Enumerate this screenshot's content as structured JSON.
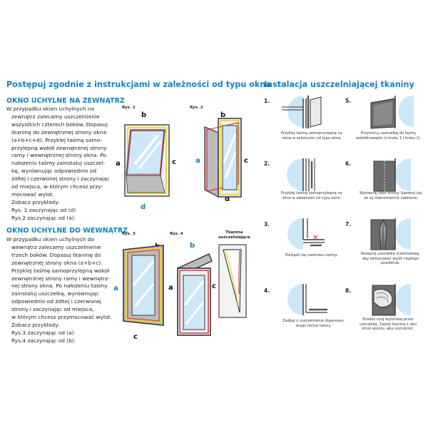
{
  "left": {
    "heading": "Postępuj zgodnie z instrukcjami w zależności od typu okna",
    "section1": {
      "title": "OKNO UCHYLNE NA ZEWNĄTRZ",
      "lines": [
        "W przypadku okien uchylnych na",
        "zewnątrz zalecamy uszczelnienie",
        "wszystkich czterech boków. Dopasuj",
        "tkaninę do zewnętrznej strony okna",
        "(a+b+c+d). Przyklej taśmę samo-",
        "przylepną wokół zewnętrznej strony",
        "ramy i wewnętrznej strony okna. Po",
        "nałożeniu taśmy zainstaluj uszczel-",
        "kę, wyrównując odpowiednio od",
        "żółtej i czerwonej strony i zaczynając",
        "od miejsca, w którym chcesz przy-",
        "mocować wylot.",
        "Zobacz przykłady:",
        "Rys. 1 zaczynając od (d)",
        "Rys.2 zaczynając od (a)."
      ]
    },
    "section2": {
      "title": "OKNO UCHYLNE DO WEWNĄTRZ",
      "lines": [
        "W przypadku okien uchylnych do",
        "wewnątrz zalecamy uszczelnienie",
        "trzech boków. Dopasuj tkaninę do",
        "zewnętrznej strony okna (a+b+c).",
        "Przyklej taśmę samoprzylepną wokół",
        "zewnętrznej strony ramy i wewnętrz-",
        "nej strony okna. Po nałożeniu taśmy",
        "zainstaluj uszczelkę, wyrównując",
        "odpowiednio od żółtej i czerwonej",
        "strony i zaczynając od miejsca,",
        "w którym chcesz przymocować wylot.",
        "Zobacz przykłady:",
        "Rys.3 zaczynając od (a)",
        "Rys.4 zaczynając od (b)."
      ]
    },
    "figures": {
      "rys1": "Rys. 1",
      "rys2": "Rys. 2",
      "rys3": "Rys. 3",
      "rys4": "Rys. 4",
      "fabric_label": [
        "Tkanina",
        "uszczelniająca"
      ],
      "a": "a",
      "b": "b",
      "c": "c",
      "d": "d"
    }
  },
  "right": {
    "heading": "Instalacja uszczelniającej tkaniny",
    "steps": [
      {
        "num": "1.",
        "caption": [
          "Przyklej taśmę samoprzylepną na",
          "ramę w zależności od typu okna."
        ]
      },
      {
        "num": "2.",
        "caption": [
          "Przyklej taśmę samoprzylepną na",
          "okno w zależności od typu okna."
        ]
      },
      {
        "num": "3.",
        "caption": [
          "Porbądź się nadmiaru taśmy."
        ]
      },
      {
        "num": "4.",
        "caption": [
          "Zadbaj o uszczelnienie dopesowy-",
          "wując końce taśmy."
        ]
      },
      {
        "num": "5.",
        "caption": [
          "Przymocuj uszczelkę do taśmy",
          "wokółkrawędzi (z kroku 1 i kroku 2)."
        ]
      },
      {
        "num": "6.",
        "caption": [
          "Wyrównaj oble strony. Upewnij się,",
          "że są równomiernie nałożone."
        ]
      },
      {
        "num": "7.",
        "caption": [
          "Rozepnij uszczelkę materiałową,",
          "aby zamocować wylot ciepłego",
          "powietrza."
        ]
      },
      {
        "num": "8.",
        "caption": [
          "Przełóż rurę wylotową przez",
          "uszczelkę. Zapnij tkaninę z obu",
          "stron wylotu, aby uszczelnić."
        ]
      }
    ]
  },
  "colors": {
    "accent_blue": "#1b7fc0",
    "seal_yellow": "#f4d21a",
    "seal_red": "#d8273a",
    "glass_blue": "#cde7f7",
    "frame_gray": "#888888"
  }
}
